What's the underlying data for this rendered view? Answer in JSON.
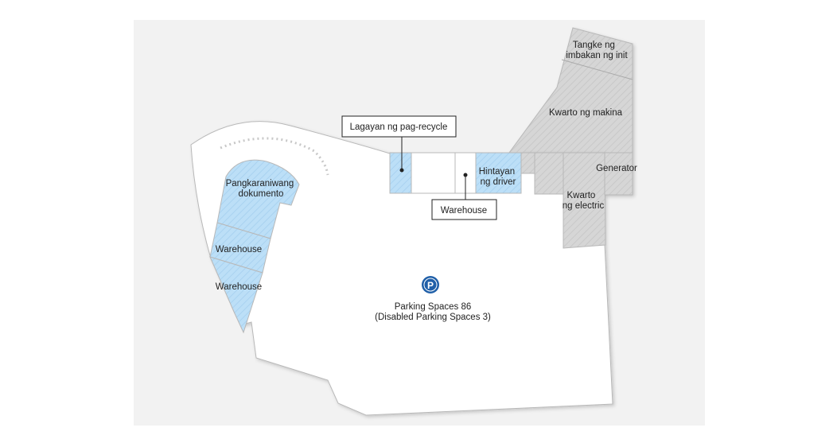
{
  "map": {
    "rooms": {
      "document_room": [
        "Pangkaraniwang",
        "dokumento"
      ],
      "warehouse_left_1": "Warehouse",
      "warehouse_left_2": "Warehouse",
      "driver_waiting": [
        "Hintayan",
        "ng driver"
      ],
      "heat_storage_tank": [
        "Tangke ng",
        "imbakan ng init"
      ],
      "machine_room": "Kwarto ng makina",
      "generator": "Generator",
      "electric_room": [
        "Kwarto",
        "ng electric"
      ]
    },
    "callouts": {
      "recycle": "Lagayan ng pag-recycle",
      "warehouse": "Warehouse"
    },
    "parking": {
      "icon_letter": "P",
      "line1": "Parking Spaces 86",
      "line2": "(Disabled Parking Spaces 3)"
    },
    "colors": {
      "panel_background": "#f2f2f2",
      "floor": "#ffffff",
      "room_blue": "#bcdff7",
      "room_gray": "#d6d6d6",
      "parking_icon": "#1f5fa8",
      "outline": "#b8b8b8"
    }
  }
}
